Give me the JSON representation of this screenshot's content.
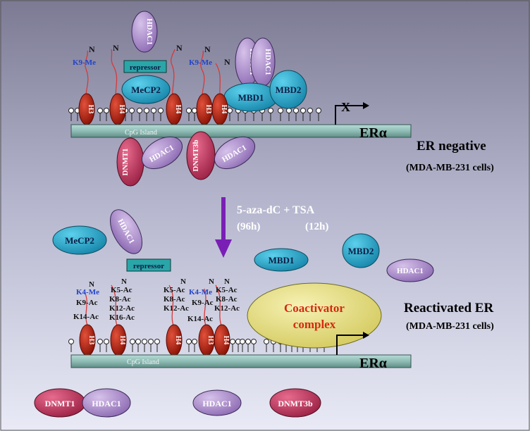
{
  "colors": {
    "background_top": "#7c7a93",
    "background_bottom": "#e9eaf6",
    "dna_strand": "#8fbcb5",
    "histone": "#b8180a",
    "hdac": "#a98cc6",
    "mecp2_mbd": "#2aa6c9",
    "dnmt": "#c83a62",
    "coactivator": "#e8e085",
    "arrow": "#7a1fb5",
    "methyl_label": "#2244c8",
    "coactivator_text": "#d42a10"
  },
  "top": {
    "status_title": "ER negative",
    "status_subtitle": "(MDA-MB-231 cells)",
    "gene_label": "ERα",
    "repression_mark": "X",
    "cpg_label": "CpG Island",
    "repressor_label": "repressor",
    "mecp2_label": "MeCP2",
    "mbd1_label": "MBD1",
    "mbd2_label": "MBD2",
    "hdac1_label": "HDAC1",
    "dnmt1_label": "DNMT1",
    "dnmt3b_label": "DNMT3b",
    "h3_label": "H3",
    "h4_label": "H4",
    "k9me_label": "K9-Me",
    "n_label": "N"
  },
  "treatment": {
    "line1": "5-aza-dC + TSA",
    "line2_left": "(96h)",
    "line2_right": "(12h)"
  },
  "released": {
    "mecp2_label": "MeCP2",
    "hdac1_label": "HDAC1",
    "mbd1_label": "MBD1",
    "mbd2_label": "MBD2",
    "dnmt1_label": "DNMT1",
    "dnmt3b_label": "DNMT3b"
  },
  "bottom": {
    "status_title": "Reactivated ER",
    "status_subtitle": "(MDA-MB-231 cells)",
    "gene_label": "ERα",
    "cpg_label": "CpG Island",
    "repressor_label": "repressor",
    "coactivator_line1": "Coactivator",
    "coactivator_line2": "complex",
    "h3_label": "H3",
    "h4_label": "H4",
    "n_label": "N",
    "h3_mods_left": [
      "K4-Me",
      "K9-Ac",
      "K14-Ac"
    ],
    "h4_mods_left": [
      "K5-Ac",
      "K8-Ac",
      "K12-Ac",
      "K16-Ac"
    ],
    "h4_mods_mid": [
      "K5-Ac",
      "K8-Ac",
      "K12-Ac"
    ],
    "h3_mods_right": [
      "K4-Me",
      "K9-Ac",
      "K14-Ac"
    ],
    "h4_mods_right": [
      "K5-Ac",
      "K8-Ac",
      "K12-Ac"
    ]
  }
}
